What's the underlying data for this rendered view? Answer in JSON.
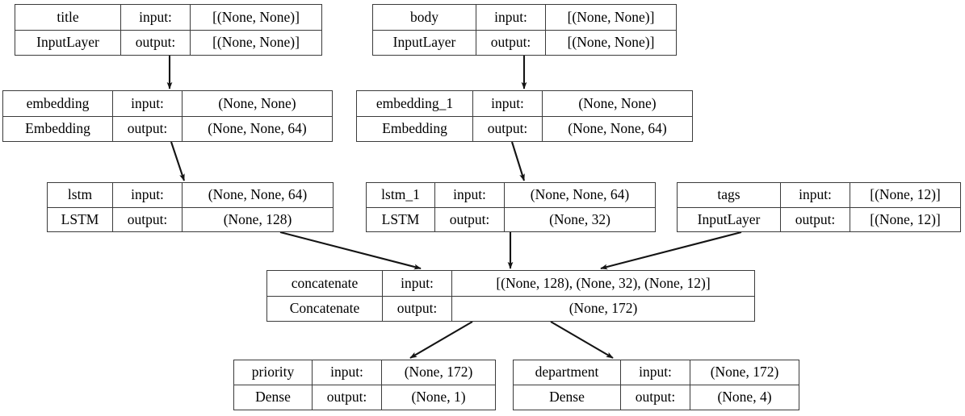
{
  "diagram": {
    "type": "keras-model-plot",
    "title": "Keras functional model graph",
    "background_color": "#ffffff",
    "border_color": "#3b3b3b",
    "text_color": "#000000",
    "edge_color": "#1a1a1a",
    "row_labels": {
      "input": "input:",
      "output": "output:"
    },
    "nodes": [
      {
        "id": "title",
        "name": "title",
        "class_name": "InputLayer",
        "input_shape": "[(None, None)]",
        "output_shape": "[(None, None)]"
      },
      {
        "id": "body",
        "name": "body",
        "class_name": "InputLayer",
        "input_shape": "[(None, None)]",
        "output_shape": "[(None, None)]"
      },
      {
        "id": "embedding",
        "name": "embedding",
        "class_name": "Embedding",
        "input_shape": "(None, None)",
        "output_shape": "(None, None, 64)"
      },
      {
        "id": "embedding_1",
        "name": "embedding_1",
        "class_name": "Embedding",
        "input_shape": "(None, None)",
        "output_shape": "(None, None, 64)"
      },
      {
        "id": "lstm",
        "name": "lstm",
        "class_name": "LSTM",
        "input_shape": "(None, None, 64)",
        "output_shape": "(None, 128)"
      },
      {
        "id": "lstm_1",
        "name": "lstm_1",
        "class_name": "LSTM",
        "input_shape": "(None, None, 64)",
        "output_shape": "(None, 32)"
      },
      {
        "id": "tags",
        "name": "tags",
        "class_name": "InputLayer",
        "input_shape": "[(None, 12)]",
        "output_shape": "[(None, 12)]"
      },
      {
        "id": "concatenate",
        "name": "concatenate",
        "class_name": "Concatenate",
        "input_shape": "[(None, 128), (None, 32), (None, 12)]",
        "output_shape": "(None, 172)"
      },
      {
        "id": "priority",
        "name": "priority",
        "class_name": "Dense",
        "input_shape": "(None, 172)",
        "output_shape": "(None, 1)"
      },
      {
        "id": "department",
        "name": "department",
        "class_name": "Dense",
        "input_shape": "(None, 172)",
        "output_shape": "(None, 4)"
      }
    ],
    "edges": [
      {
        "from": "title",
        "to": "embedding"
      },
      {
        "from": "body",
        "to": "embedding_1"
      },
      {
        "from": "embedding",
        "to": "lstm"
      },
      {
        "from": "embedding_1",
        "to": "lstm_1"
      },
      {
        "from": "lstm",
        "to": "concatenate"
      },
      {
        "from": "lstm_1",
        "to": "concatenate"
      },
      {
        "from": "tags",
        "to": "concatenate"
      },
      {
        "from": "concatenate",
        "to": "priority"
      },
      {
        "from": "concatenate",
        "to": "department"
      }
    ]
  }
}
